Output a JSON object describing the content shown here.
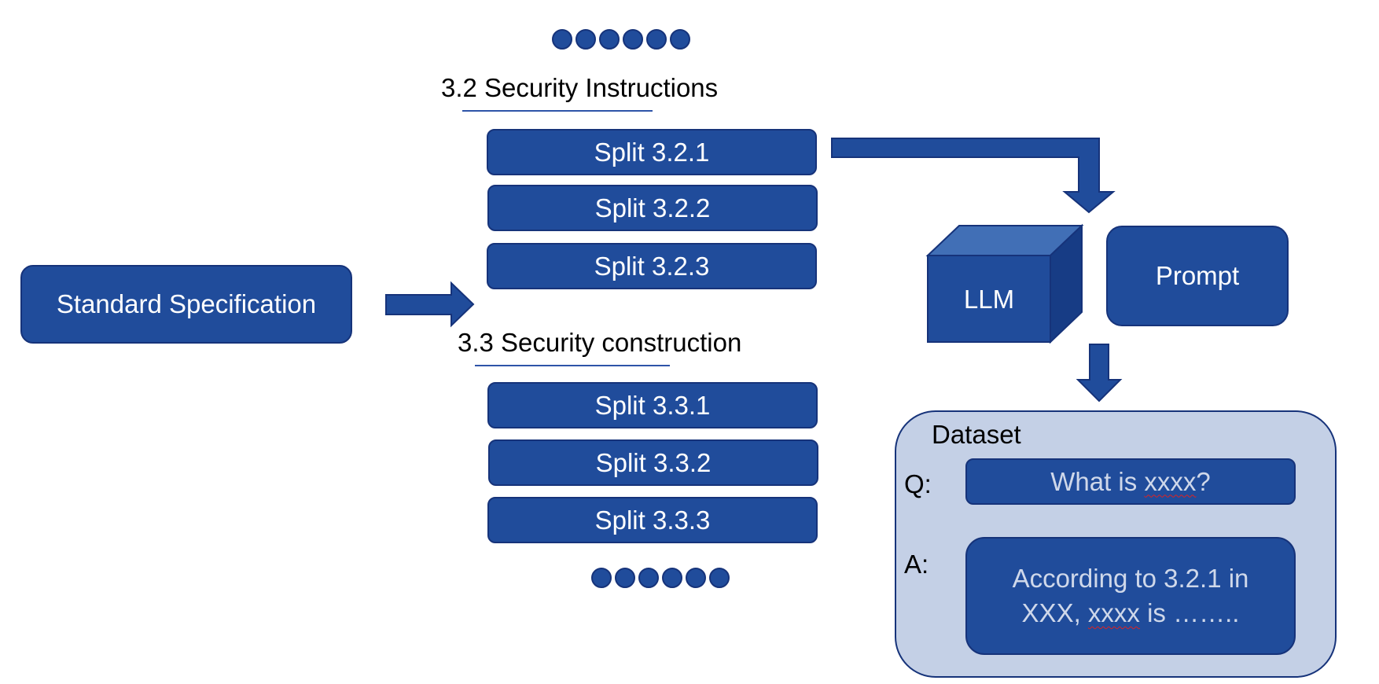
{
  "source": {
    "label": "Standard Specification"
  },
  "sections": [
    {
      "heading": "3.2 Security Instructions",
      "splits": [
        "Split 3.2.1",
        "Split 3.2.2",
        "Split 3.2.3"
      ]
    },
    {
      "heading": "3.3 Security construction",
      "splits": [
        "Split 3.3.1",
        "Split 3.3.2",
        "Split 3.3.3"
      ]
    }
  ],
  "llm": {
    "label": "LLM"
  },
  "prompt": {
    "label": "Prompt"
  },
  "dataset": {
    "title": "Dataset",
    "q_label": "Q:",
    "q_before": "What is ",
    "q_marked": "xxxx",
    "q_after": "?",
    "a_label": "A:",
    "a_line1": "According to 3.2.1 in",
    "a_line2_before": "XXX, ",
    "a_line2_marked": "xxxx",
    "a_line2_after": " is …….."
  },
  "colors": {
    "box_fill": "#204c9b",
    "box_border": "#16337a",
    "dataset_panel": "#c4d0e6",
    "dataset_text": "#cfd8ea"
  }
}
